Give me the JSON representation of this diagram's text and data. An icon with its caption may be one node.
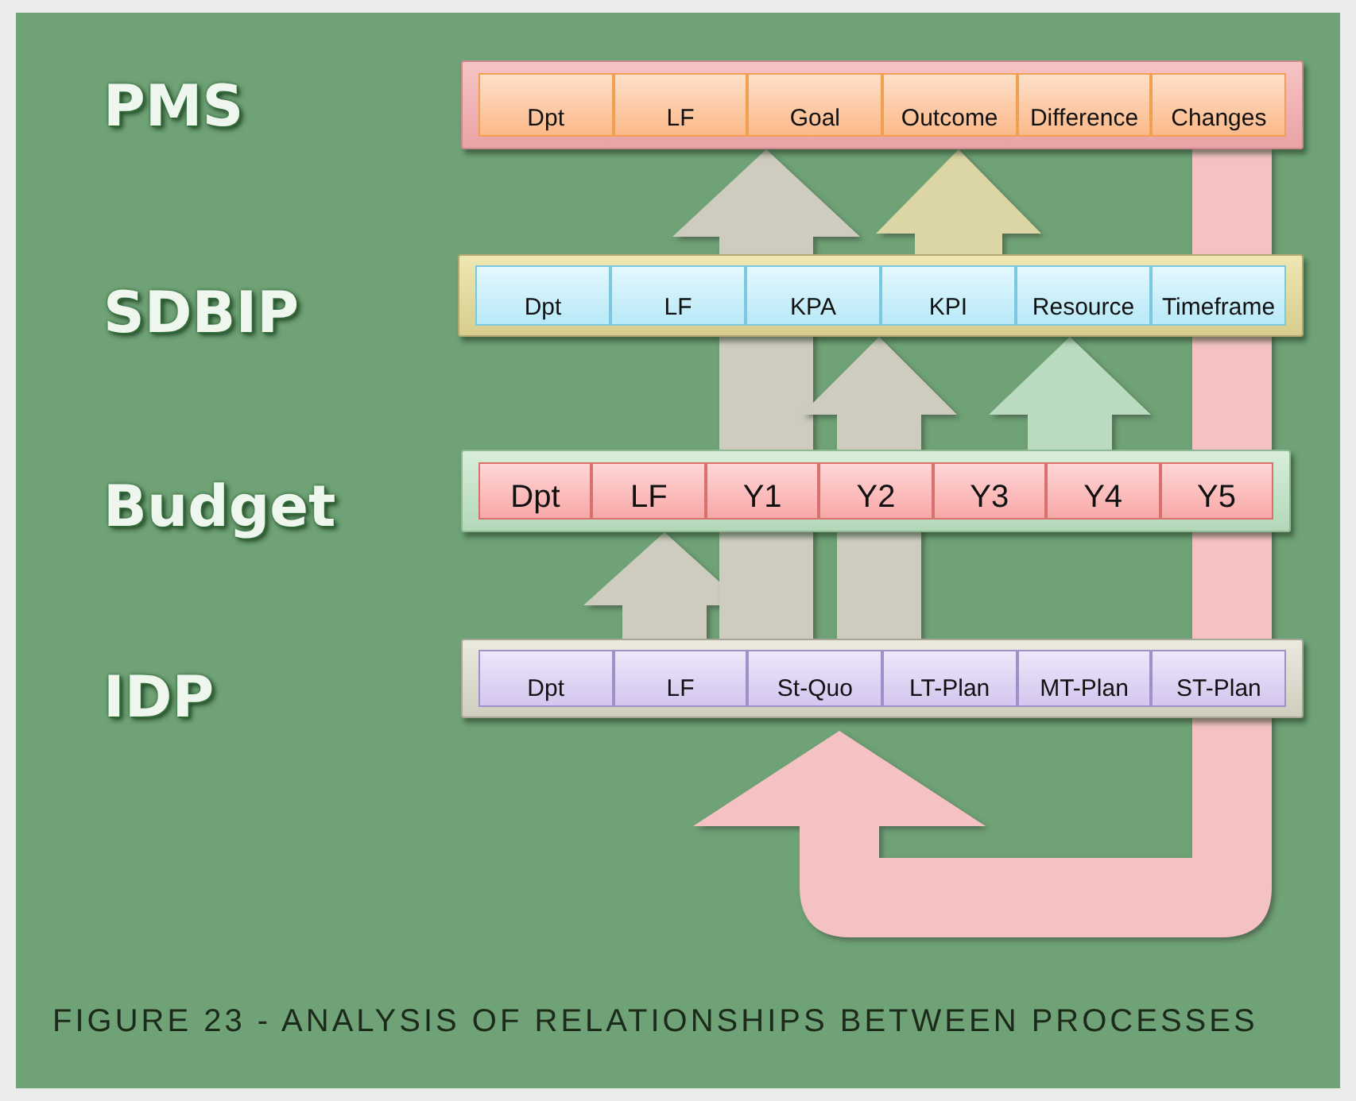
{
  "diagram": {
    "caption": "FIGURE 23 - ANALYSIS OF RELATIONSHIPS BETWEEN PROCESSES",
    "nodes": [
      {
        "text": [
          "PMS"
        ]
      },
      {
        "text": [
          "Dpt"
        ],
        "in": 0
      },
      {
        "text": [
          "LF"
        ],
        "in": 0
      },
      {
        "text": [
          "Goal"
        ],
        "in": 0
      },
      {
        "text": [
          "Outcome"
        ],
        "in": 0
      },
      {
        "text": [
          "Difference"
        ],
        "in": 0
      },
      {
        "text": [
          "Changes"
        ],
        "in": 0
      },
      {
        "text": [
          "SDBIP"
        ]
      },
      {
        "text": [
          "Dpt"
        ],
        "in": 7
      },
      {
        "text": [
          "LF"
        ],
        "in": 7
      },
      {
        "text": [
          "KPA"
        ],
        "in": 7
      },
      {
        "text": [
          "KPI"
        ],
        "in": 7
      },
      {
        "text": [
          "Resource"
        ],
        "in": 7
      },
      {
        "text": [
          "Timeframe"
        ],
        "in": 7
      },
      {
        "text": [
          "Budget"
        ]
      },
      {
        "text": [
          "Dpt"
        ],
        "in": 14
      },
      {
        "text": [
          "LF"
        ],
        "in": 14
      },
      {
        "text": [
          "Y1"
        ],
        "in": 14
      },
      {
        "text": [
          "Y2"
        ],
        "in": 14
      },
      {
        "text": [
          "Y3"
        ],
        "in": 14
      },
      {
        "text": [
          "Y4"
        ],
        "in": 14
      },
      {
        "text": [
          "Y5"
        ],
        "in": 14
      },
      {
        "text": [
          "IDP"
        ]
      },
      {
        "text": [
          "Dpt"
        ],
        "in": 22
      },
      {
        "text": [
          "LF"
        ],
        "in": 22
      },
      {
        "text": [
          "St-Quo"
        ],
        "in": 22
      },
      {
        "text": [
          "LT-Plan"
        ],
        "in": 22
      },
      {
        "text": [
          "MT-Plan"
        ],
        "in": 22
      },
      {
        "text": [
          "ST-Plan"
        ],
        "in": 22
      }
    ],
    "edges": [
      {
        "from": 24,
        "to": 16,
        "arrow": "to"
      },
      {
        "from": 25,
        "to": 3,
        "arrow": "to"
      },
      {
        "from": 25,
        "to": 10,
        "arrow": "to"
      },
      {
        "from": 19,
        "to": 12,
        "arrow": "to",
        "color": "#badbbf"
      },
      {
        "from": 11,
        "to": 4,
        "arrow": "to",
        "color": "#dcd6a4"
      },
      {
        "from": 6,
        "to": 25,
        "arrow": "to",
        "style": "thick",
        "color": "#f4c2c2"
      }
    ]
  }
}
